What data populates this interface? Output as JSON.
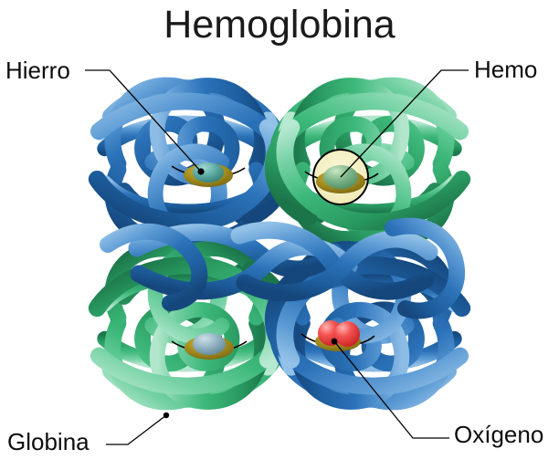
{
  "title": "Hemoglobina",
  "labels": {
    "iron": "Hierro",
    "heme": "Hemo",
    "globin": "Globina",
    "oxygen": "Oxígeno"
  },
  "colors": {
    "background": "#ffffff",
    "text": "#0d0d0d",
    "title_text": "#1a1a1a",
    "globin_blue": "#2b72b8",
    "globin_blue_light": "#6aa6d8",
    "globin_blue_dark": "#1a558f",
    "globin_green": "#3db87a",
    "globin_green_light": "#8ed9b4",
    "globin_green_dark": "#1f8f5a",
    "heme_ring_olive": "#a89020",
    "heme_ring_olive_dark": "#7d6a12",
    "iron_dot": "#000000",
    "heme_dome_teal": "#5aa8a0",
    "heme_dome_gray": "#8fb0c0",
    "heme_highlight_pale": "#f5f2c8",
    "oxygen_red": "#ef3b3b",
    "oxygen_red_light": "#ff8080",
    "leader_line": "#000000"
  },
  "diagram": {
    "type": "molecular-structure-diagram",
    "subject": "Hemoglobina",
    "subunits": [
      {
        "id": "alpha-1",
        "position": "top-left",
        "chain_color": "blue",
        "heme_marker": "iron-dome",
        "callout": "Hierro"
      },
      {
        "id": "beta-1",
        "position": "top-right",
        "chain_color": "green",
        "heme_marker": "heme-circled",
        "callout": "Hemo"
      },
      {
        "id": "beta-2",
        "position": "bottom-left",
        "chain_color": "green",
        "heme_marker": "iron-dome",
        "callout": "Globina"
      },
      {
        "id": "alpha-2",
        "position": "bottom-right",
        "chain_color": "blue",
        "heme_marker": "oxygen-pair",
        "callout": "Oxígeno"
      }
    ],
    "callouts": [
      {
        "label": "Hierro",
        "target": "iron atom in top-left heme group",
        "anchor": "top-left"
      },
      {
        "label": "Hemo",
        "target": "heme group in top-right subunit",
        "anchor": "top-right"
      },
      {
        "label": "Globina",
        "target": "protein chain of bottom-left subunit",
        "anchor": "bottom-left"
      },
      {
        "label": "Oxígeno",
        "target": "bound O2 molecule in bottom-right heme",
        "anchor": "bottom-right"
      }
    ]
  }
}
